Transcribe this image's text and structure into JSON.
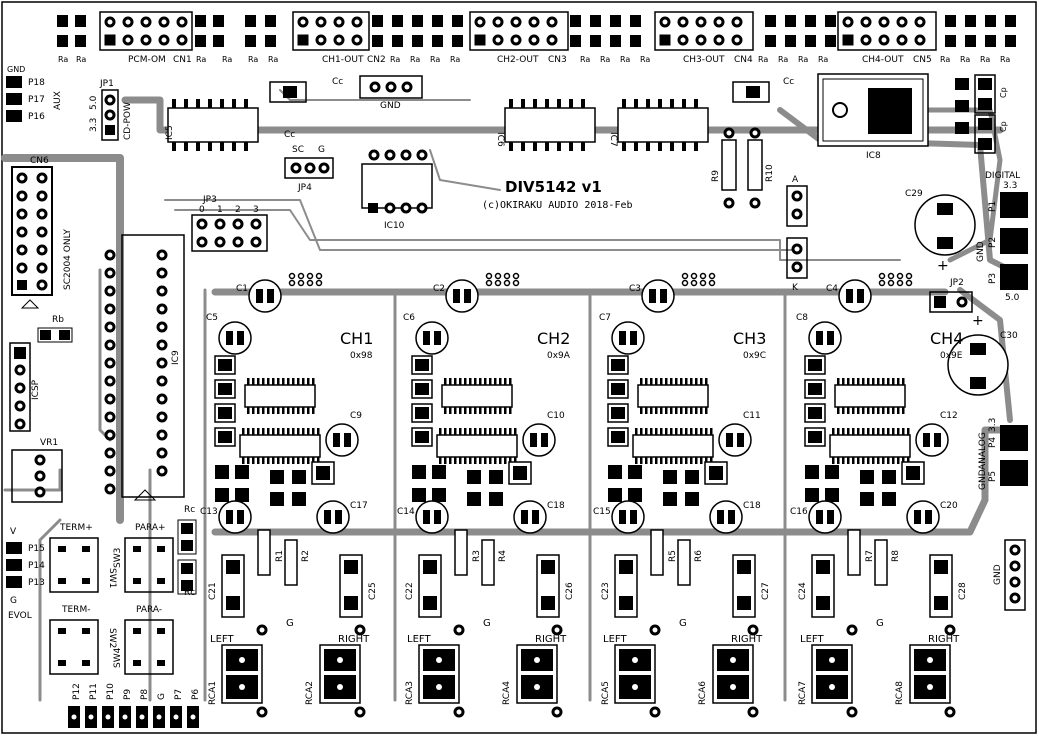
{
  "board": {
    "title": "DIV5142 v1",
    "copyright": "(c)OKIRAKU AUDIO 2018-Feb",
    "colors": {
      "trace": "#8c8c8c",
      "pad": "#000000",
      "silk": "#000000",
      "board_bg": "#ffffff"
    }
  },
  "channels": [
    {
      "label": "CH1",
      "addr": "0x98",
      "caps_top": [
        "C1",
        "C5"
      ],
      "c_mid": "C9",
      "c_bot": [
        "C13",
        "C17"
      ],
      "c_out": [
        "C21",
        "C25"
      ],
      "res": [
        "R1",
        "R2"
      ],
      "rca": [
        "RCA1",
        "RCA2"
      ],
      "left": "LEFT",
      "g": "G",
      "right": "RIGHT"
    },
    {
      "label": "CH2",
      "addr": "0x9A",
      "caps_top": [
        "C2",
        "C6"
      ],
      "c_mid": "C10",
      "c_bot": [
        "C14",
        "C18"
      ],
      "c_out": [
        "C22",
        "C26"
      ],
      "res": [
        "R3",
        "R4"
      ],
      "rca": [
        "RCA3",
        "RCA4"
      ],
      "left": "LEFT",
      "g": "G",
      "right": "RIGHT"
    },
    {
      "label": "CH3",
      "addr": "0x9C",
      "caps_top": [
        "C3",
        "C7"
      ],
      "c_mid": "C11",
      "c_bot": [
        "C15",
        "C18"
      ],
      "c_out": [
        "C23",
        "C27"
      ],
      "res": [
        "R5",
        "R6"
      ],
      "rca": [
        "RCA5",
        "RCA6"
      ],
      "left": "LEFT",
      "g": "G",
      "right": "RIGHT"
    },
    {
      "label": "CH4",
      "addr": "0x9E",
      "caps_top": [
        "C4",
        "C8"
      ],
      "c_mid": "C12",
      "c_bot": [
        "C16",
        "C20"
      ],
      "c_out": [
        "C24",
        "C28"
      ],
      "res": [
        "R7",
        "R8"
      ],
      "rca": [
        "RCA7",
        "RCA8"
      ],
      "left": "LEFT",
      "g": "G",
      "right": "RIGHT"
    }
  ],
  "connectors_top": [
    {
      "label": "PCM-OM",
      "ref": "CN1"
    },
    {
      "label": "CH1-OUT",
      "ref": "CN2"
    },
    {
      "label": "CH2-OUT",
      "ref": "CN3"
    },
    {
      "label": "CH3-OUT",
      "ref": "CN4"
    },
    {
      "label": "CH4-OUT",
      "ref": "CN5"
    }
  ],
  "ra_label": "Ra",
  "left_side": {
    "gnd": "GND",
    "p18": "P18",
    "p17": "P17",
    "p16": "P16",
    "aux": "AUX",
    "jp1": "JP1",
    "v50": "5.0",
    "v33": "3.3",
    "cd_pow": "CD-POW",
    "cn6": "CN6",
    "sc2004": "SC2004 ONLY",
    "rb": "Rb",
    "icsp": "ICSP",
    "vr1": "VR1",
    "v": "V",
    "p15": "P15",
    "p14": "P14",
    "p13": "P13",
    "g": "G",
    "evol": "EVOL",
    "term_plus": "TERM+",
    "term_minus": "TERM-",
    "para_plus": "PARA+",
    "para_minus": "PARA-",
    "sw1": "SW1",
    "sw2": "SW2",
    "sw3": "SW3",
    "sw4": "SW4",
    "ic9": "IC9",
    "rc": "Rc",
    "bottom_pins": [
      "P12",
      "P11",
      "P10",
      "P9",
      "P8",
      "G",
      "P7",
      "P6"
    ]
  },
  "center_top": {
    "ic5": "IC5",
    "ic6": "IC6",
    "ic7": "IC7",
    "cc": "Cc",
    "gnd": "GND",
    "sc": "SC",
    "g": "G",
    "jp4": "JP4",
    "ic10": "IC10",
    "jp3": "JP3",
    "jp3_nums": [
      "0",
      "1",
      "2",
      "3"
    ],
    "r9": "R9",
    "r10": "R10",
    "a": "A",
    "k": "K"
  },
  "right_side": {
    "ic8": "IC8",
    "cp": "Cp",
    "c29": "C29",
    "c30": "C30",
    "jp2": "JP2",
    "digital": "DIGITAL",
    "v33": "3.3",
    "v50": "5.0",
    "gnd": "GND",
    "p1": "P1",
    "p2": "P2",
    "p3": "P3",
    "analog": "ANALOG",
    "p4": "P4",
    "p5": "P5",
    "gnd2": "GND"
  }
}
